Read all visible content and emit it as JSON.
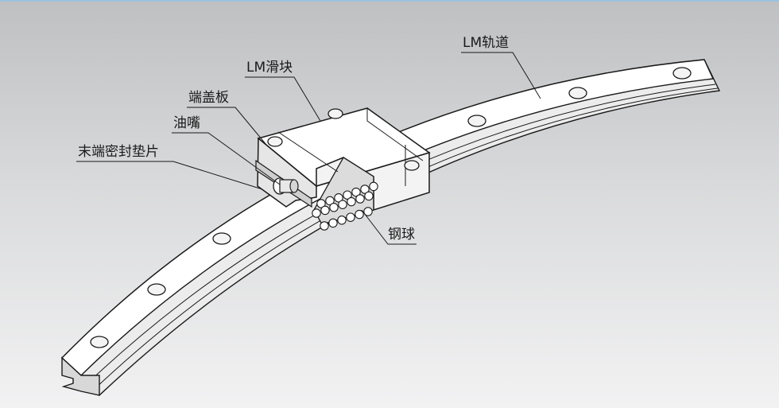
{
  "labels": {
    "lm_rail": "LM轨道",
    "lm_block": "LM滑块",
    "end_cap": "端盖板",
    "grease_nipple": "油嘴",
    "end_seal": "末端密封垫片",
    "steel_balls": "钢球"
  },
  "colors": {
    "background_top": "#bfc0c2",
    "background_bottom": "#f2f2f3",
    "outline": "#1a1a1a",
    "part_fill": "#ffffff",
    "part_shade": "#e6e6e6",
    "top_border": "#9cc3e0"
  }
}
